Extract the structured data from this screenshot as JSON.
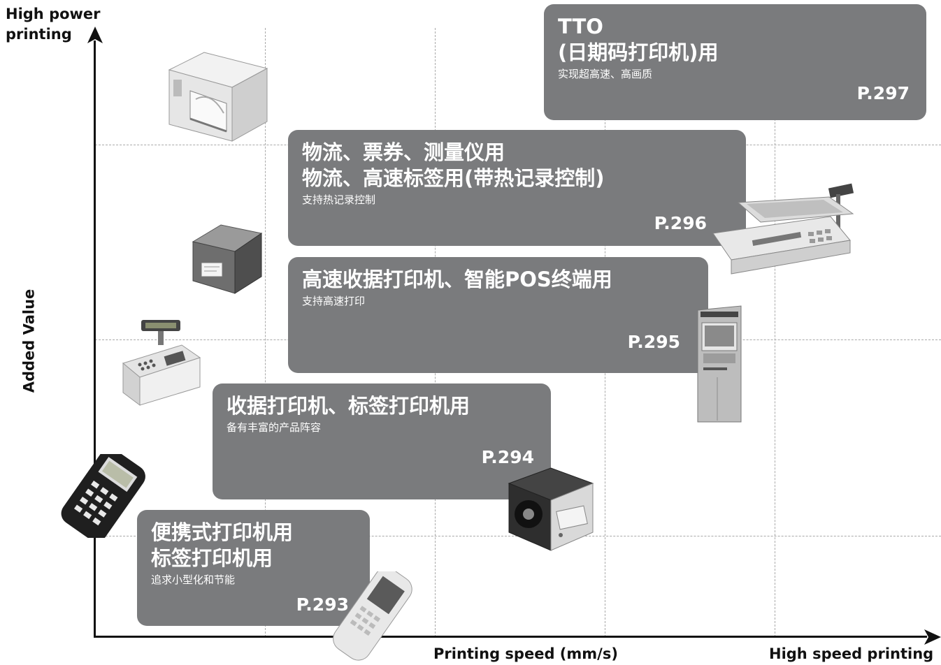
{
  "axes": {
    "y_top": "High power\nprinting",
    "y_label": "Added Value",
    "x_label": "Printing speed (mm/s)",
    "x_right": "High speed printing"
  },
  "boxes": [
    {
      "title": "TTO\n(日期码打印机)用",
      "subtitle": "实现超高速、高画质",
      "page": "P.297"
    },
    {
      "title": "物流、票券、测量仪用\n物流、高速标签用(带热记录控制)",
      "subtitle": "支持热记录控制",
      "page": "P.296"
    },
    {
      "title": "高速收据打印机、智能POS终端用",
      "subtitle": "支持高速打印",
      "page": "P.295"
    },
    {
      "title": "收据打印机、标签打印机用",
      "subtitle": "备有丰富的产品阵容",
      "page": "P.294"
    },
    {
      "title": "便携式打印机用\n标签打印机用",
      "subtitle": "追求小型化和节能",
      "page": "P.293"
    }
  ],
  "devices": [
    {
      "name": "industrial-label-printer"
    },
    {
      "name": "receipt-printer"
    },
    {
      "name": "cash-register"
    },
    {
      "name": "handheld-terminal"
    },
    {
      "name": "pda-printer"
    },
    {
      "name": "label-printer"
    },
    {
      "name": "kiosk-terminal"
    },
    {
      "name": "weighing-scale"
    }
  ],
  "colors": {
    "box": "#7a7b7d",
    "axis": "#111111",
    "grid": "#a9a9a9"
  }
}
